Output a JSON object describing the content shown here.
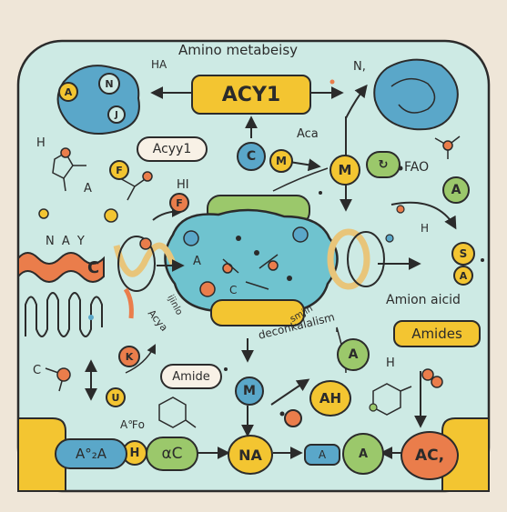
{
  "title": "Amino metabeisy",
  "center_label": "ACY1",
  "labels": {
    "acyy1": "Acyy1",
    "amion_aicid": "Amion aicid",
    "amides": "Amides",
    "amide": "Amide",
    "deconkalalism": "deconkalalism",
    "smjin": "smjin",
    "ijinlo": "ijinlo",
    "acya": "Acya",
    "aca": "Aca",
    "fao": "FAO",
    "ha": "HA",
    "n_top": "N,",
    "h_left": "H",
    "hi": "HI",
    "a_mid": "A",
    "n_a_y": "N A Y",
    "c_mid": "C",
    "h_right": "H",
    "ao": "A℉o",
    "arrow_a": "A",
    "arrow_c": "C",
    "h_bottom": "H",
    "c_left": "C"
  },
  "nodes": {
    "m_top": "M",
    "m_right": "M",
    "c_top": "C",
    "a_green": "A",
    "s_yellow": "S",
    "a_yellow": "A",
    "f_small": "F",
    "f_orange": "F",
    "h_yellow": "H",
    "k_orange": "K",
    "u_yellow": "U",
    "m_bottom": "M",
    "ah": "AH",
    "a_dot": "A",
    "na": "NA",
    "a_blue": "A",
    "ac": "AC,",
    "ac_green": "αC",
    "a_left": "A°₂A"
  },
  "left_chain_label": "C",
  "colors": {
    "background": "#efe6d8",
    "panel": "#cdeae4",
    "yellow": "#f3c531",
    "orange": "#ea7d4b",
    "green": "#9bc86b",
    "blue": "#5aa7c9",
    "teal": "#6fc3cf",
    "outline": "#2b2b2b"
  }
}
